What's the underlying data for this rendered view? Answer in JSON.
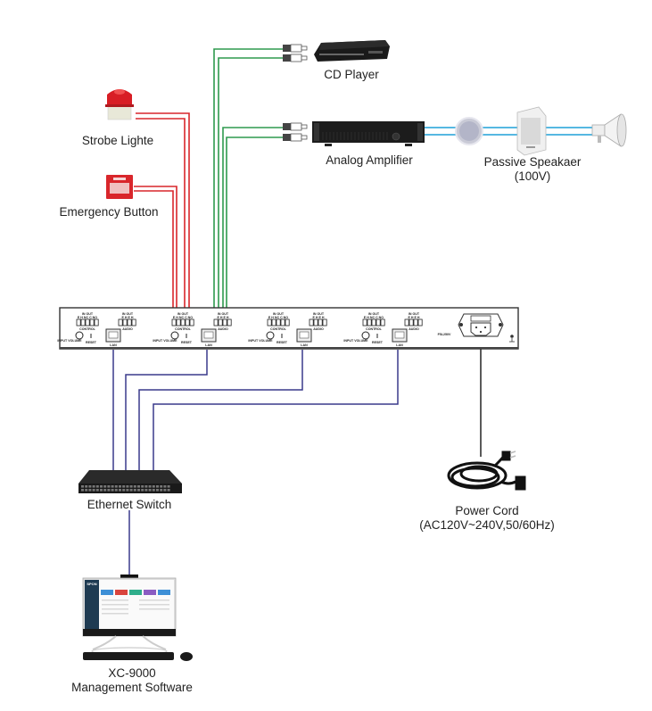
{
  "title": "System connection diagram",
  "colors": {
    "control_wire": "#d9262b",
    "audio_in_wire": "#2e9a4e",
    "speaker_wire": "#1ea0d8",
    "network_wire": "#3a3a8c",
    "power_wire": "#222222",
    "panel_outline": "#333333"
  },
  "devices": {
    "cd_player": {
      "label": "CD Player",
      "icon": "cd-player-icon"
    },
    "analog_amplifier": {
      "label": "Analog Amplifier",
      "icon": "amplifier-icon"
    },
    "strobe_light": {
      "label": "Strobe Lighte",
      "icon": "strobe-light-icon"
    },
    "emergency_button": {
      "label": "Emergency Button",
      "icon": "emergency-button-icon"
    },
    "passive_speaker": {
      "label_line1": "Passive Speakaer",
      "label_line2": "(100V)",
      "icons": [
        "ceiling-speaker-icon",
        "wall-speaker-icon",
        "horn-speaker-icon"
      ]
    },
    "ethernet_switch": {
      "label": "Ethernet Switch",
      "icon": "switch-icon"
    },
    "power_cord": {
      "label_line1": "Power Cord",
      "label_line2": "(AC120V~240V,50/60Hz)",
      "icon": "power-cord-icon"
    },
    "management_pc": {
      "label_line1": "XC-9000",
      "label_line2": "Management Software",
      "icon": "all-in-one-pc-icon",
      "screen_brand": "SPON"
    }
  },
  "rear_panel": {
    "modules": [
      {
        "control_io": "IN OUT",
        "control_pins": "E H NC C NO",
        "control_label": "CONTROL",
        "audio_io": "IN OUT",
        "audio_pins": "E H E H",
        "audio_label": "AUDIO",
        "volume_label": "INPUT VOLUME",
        "reset_label": "RESET",
        "lan_label": "LAN"
      },
      {
        "control_io": "IN OUT",
        "control_pins": "E H NC C NO",
        "control_label": "CONTROL",
        "audio_io": "IN OUT",
        "audio_pins": "E H E H",
        "audio_label": "AUDIO",
        "volume_label": "INPUT VOLUME",
        "reset_label": "RESET",
        "lan_label": "LAN"
      },
      {
        "control_io": "IN OUT",
        "control_pins": "E H NC C NO",
        "control_label": "CONTROL",
        "audio_io": "IN OUT",
        "audio_pins": "E H E H",
        "audio_label": "AUDIO",
        "volume_label": "INPUT VOLUME",
        "reset_label": "RESET",
        "lan_label": "LAN"
      },
      {
        "control_io": "IN OUT",
        "control_pins": "E H NC C NO",
        "control_label": "CONTROL",
        "audio_io": "IN OUT",
        "audio_pins": "E H E H",
        "audio_label": "AUDIO",
        "volume_label": "INPUT VOLUME",
        "reset_label": "RESET",
        "lan_label": "LAN"
      }
    ],
    "fuse_label": "F5L250V",
    "power_inlet_icon": "iec-power-inlet-icon",
    "ground_icon": "ground-icon"
  }
}
